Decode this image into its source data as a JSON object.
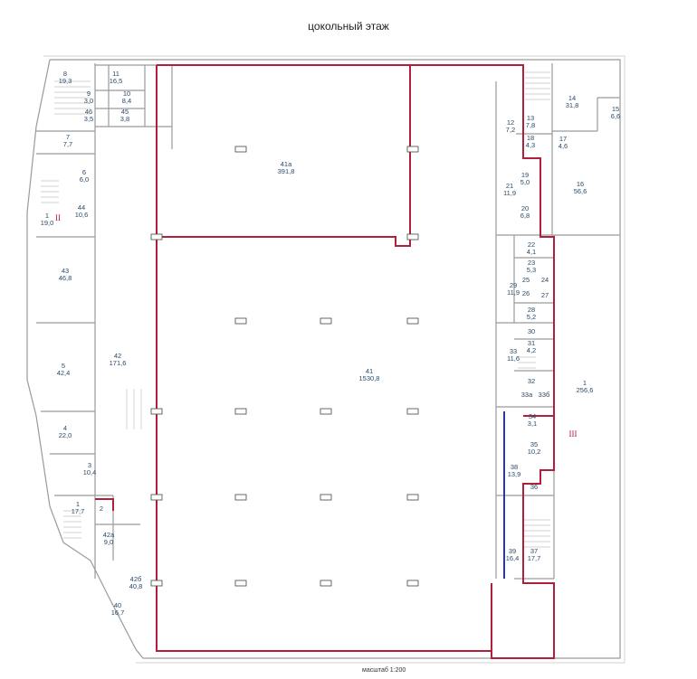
{
  "title": "цокольный этаж",
  "scale_label": "масштаб 1:200",
  "section_marks": [
    "II",
    "III"
  ],
  "colors": {
    "boundary": "#b0203a",
    "walls": "#9a9a9a",
    "labels": "#2a4a6a",
    "partition": "#2a3a9a"
  },
  "rooms": [
    {
      "num": "8",
      "area": "19,3"
    },
    {
      "num": "11",
      "area": "16,5"
    },
    {
      "num": "9",
      "area": "3,0"
    },
    {
      "num": "10",
      "area": "8,4"
    },
    {
      "num": "46",
      "area": "3,5"
    },
    {
      "num": "45",
      "area": "3,8"
    },
    {
      "num": "7",
      "area": "7,7"
    },
    {
      "num": "6",
      "area": "6,0"
    },
    {
      "num": "44",
      "area": "10,6"
    },
    {
      "num": "1",
      "area": "19,0"
    },
    {
      "num": "43",
      "area": "46,8"
    },
    {
      "num": "5",
      "area": "42,4"
    },
    {
      "num": "42",
      "area": "171,6"
    },
    {
      "num": "4",
      "area": "22,0"
    },
    {
      "num": "3",
      "area": "10,4"
    },
    {
      "num": "1",
      "area": "17,7"
    },
    {
      "num": "2",
      "area": ""
    },
    {
      "num": "42а",
      "area": "9,0"
    },
    {
      "num": "42б",
      "area": "40,8"
    },
    {
      "num": "40",
      "area": "16,7"
    },
    {
      "num": "41а",
      "area": "391,8"
    },
    {
      "num": "41",
      "area": "1530,8"
    },
    {
      "num": "12",
      "area": "7,2"
    },
    {
      "num": "13",
      "area": "7,8"
    },
    {
      "num": "14",
      "area": "31,8"
    },
    {
      "num": "15",
      "area": "6,6"
    },
    {
      "num": "18",
      "area": "4,3"
    },
    {
      "num": "17",
      "area": "4,6"
    },
    {
      "num": "19",
      "area": "5,0"
    },
    {
      "num": "21",
      "area": "11,9"
    },
    {
      "num": "20",
      "area": "6,8"
    },
    {
      "num": "16",
      "area": "56,6"
    },
    {
      "num": "22",
      "area": "4,1"
    },
    {
      "num": "23",
      "area": "5,3"
    },
    {
      "num": "25",
      "area": ""
    },
    {
      "num": "24",
      "area": ""
    },
    {
      "num": "26",
      "area": ""
    },
    {
      "num": "27",
      "area": ""
    },
    {
      "num": "29",
      "area": "11,9"
    },
    {
      "num": "28",
      "area": "5,2"
    },
    {
      "num": "30",
      "area": ""
    },
    {
      "num": "31",
      "area": "4,2"
    },
    {
      "num": "33",
      "area": "11,6"
    },
    {
      "num": "32",
      "area": ""
    },
    {
      "num": "33а",
      "area": ""
    },
    {
      "num": "33б",
      "area": ""
    },
    {
      "num": "34",
      "area": "3,1"
    },
    {
      "num": "35",
      "area": "10,2"
    },
    {
      "num": "38",
      "area": "13,9"
    },
    {
      "num": "36",
      "area": ""
    },
    {
      "num": "37",
      "area": "17,7"
    },
    {
      "num": "39",
      "area": "16,4"
    },
    {
      "num": "1",
      "area": "256,6"
    }
  ]
}
